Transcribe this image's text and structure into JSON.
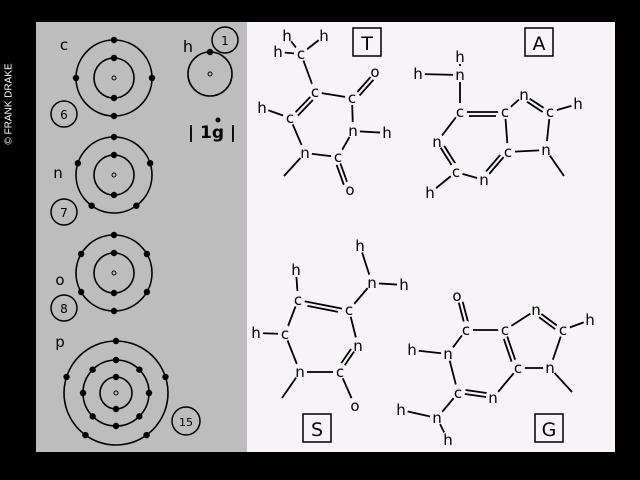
{
  "credit": "© FRANK DRAKE",
  "colors": {
    "background": "#000000",
    "atom_panel": "#bdbdbd",
    "molecule_panel": "#f7f3f6",
    "ink": "#000000"
  },
  "atoms": [
    {
      "symbol": "h",
      "number": "1",
      "shells": [
        1
      ]
    },
    {
      "symbol": "c",
      "number": "6",
      "shells": [
        2,
        4
      ]
    },
    {
      "symbol": "n",
      "number": "7",
      "shells": [
        2,
        5
      ]
    },
    {
      "symbol": "o",
      "number": "8",
      "shells": [
        2,
        6
      ]
    },
    {
      "symbol": "p",
      "number": "15",
      "shells": [
        2,
        8,
        5
      ]
    }
  ],
  "spectral_line": "| 1g |",
  "bases": [
    {
      "label": "T"
    },
    {
      "label": "A"
    },
    {
      "label": "S"
    },
    {
      "label": "G"
    }
  ],
  "structure_letters": {
    "carbon": "c",
    "nitrogen": "n",
    "oxygen": "o",
    "hydrogen": "h"
  }
}
